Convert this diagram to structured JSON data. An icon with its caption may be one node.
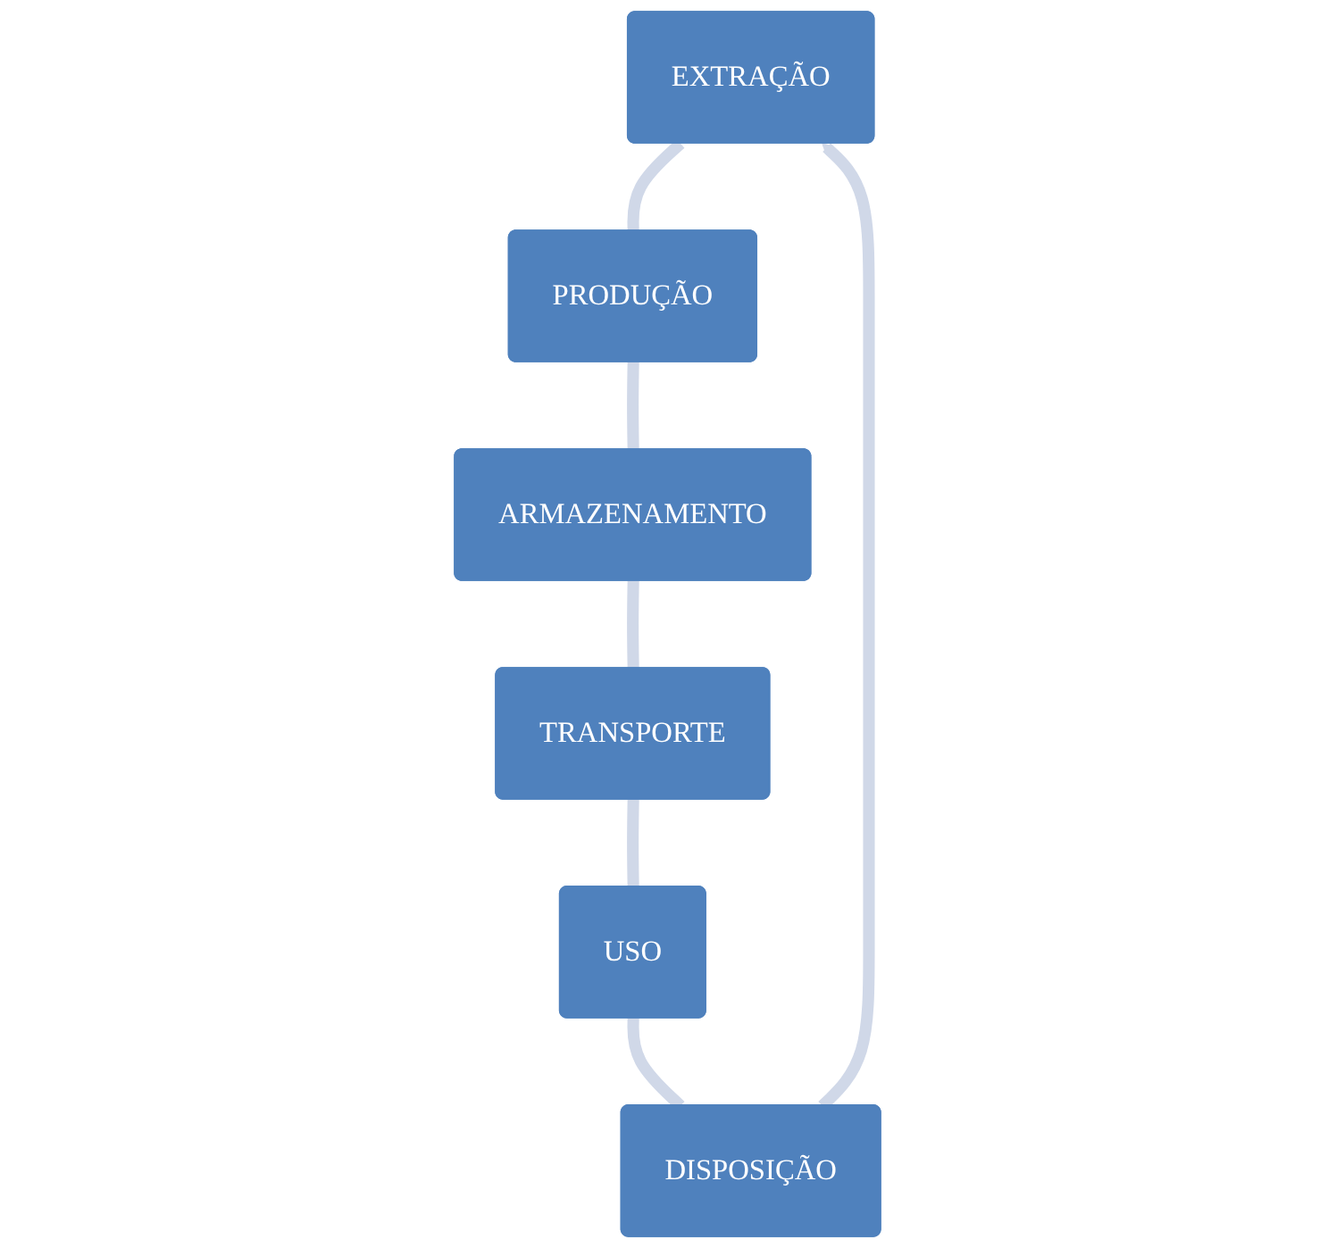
{
  "diagram": {
    "nodes": [
      {
        "text": [
          "EXTRAÇÃO"
        ]
      },
      {
        "text": [
          "DISPOSIÇÃO"
        ]
      },
      {
        "text": [
          "PRODUÇÃO"
        ]
      },
      {
        "text": [
          "USO"
        ]
      },
      {
        "text": [
          "ARMAZENAMENTO"
        ]
      },
      {
        "text": [
          "TRANSPORTE"
        ]
      }
    ],
    "edges": [
      {
        "from": 0,
        "to": 2,
        "arrow": "none"
      },
      {
        "from": 2,
        "to": 4,
        "arrow": "none"
      },
      {
        "from": 4,
        "to": 5,
        "arrow": "none"
      },
      {
        "from": 5,
        "to": 3,
        "arrow": "none"
      },
      {
        "from": 3,
        "to": 1,
        "arrow": "none"
      },
      {
        "from": 1,
        "to": 0,
        "arrow": "to"
      }
    ]
  }
}
